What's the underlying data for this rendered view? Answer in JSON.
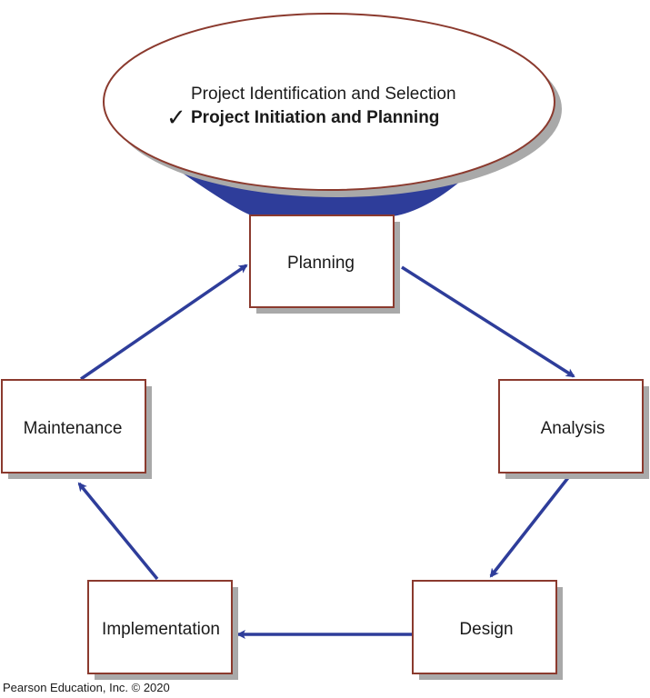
{
  "colors": {
    "box_border": "#8b3a2e",
    "arrow": "#2e3d9a",
    "shadow": "#a9a9a9",
    "callout_fill": "#2e3d9a"
  },
  "callout": {
    "line1": "Project Identification and Selection",
    "check_icon": "✓",
    "line2": "Project Initiation and Planning"
  },
  "phases": {
    "planning": "Planning",
    "analysis": "Analysis",
    "design": "Design",
    "implementation": "Implementation",
    "maintenance": "Maintenance"
  },
  "footer": {
    "copyright": "Pearson Education, Inc. © 2020"
  }
}
